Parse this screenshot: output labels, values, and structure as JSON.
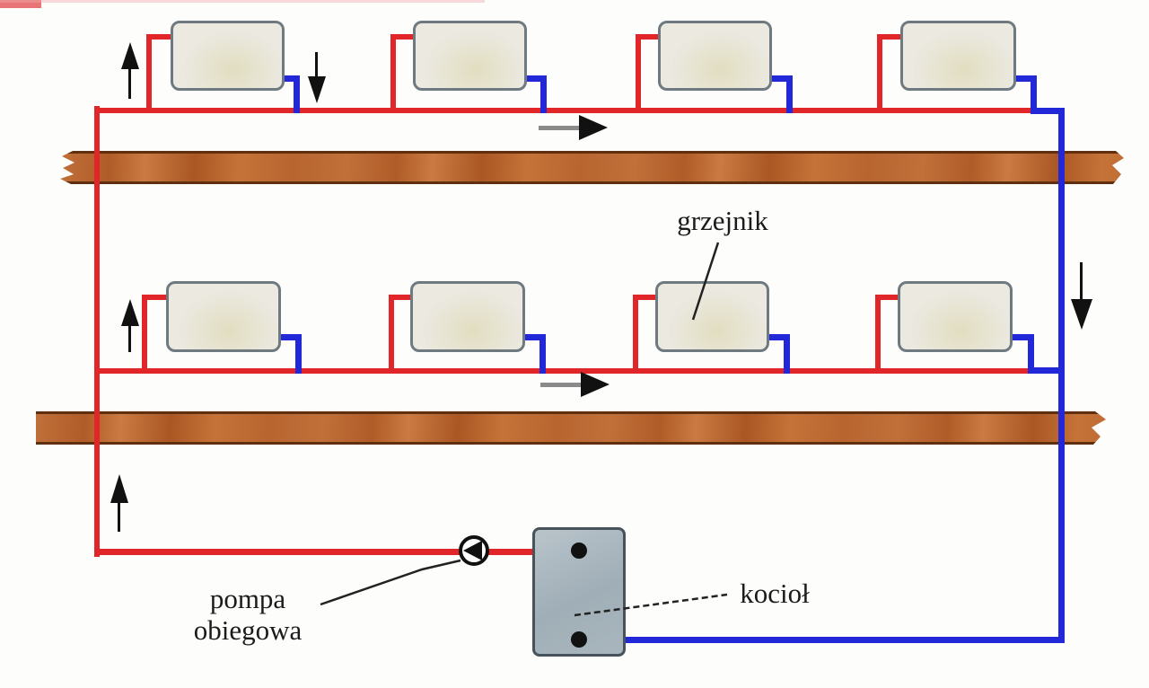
{
  "diagram": {
    "type": "heating-system-schematic",
    "labels": {
      "radiator": "grzejnik",
      "pump_line1": "pompa",
      "pump_line2": "obiegowa",
      "boiler": "kocioł"
    },
    "colors": {
      "supply_pipe": "#e02629",
      "return_pipe": "#2227d8",
      "beam_fill": "#c1703a",
      "beam_border": "#5f2f10",
      "radiator_fill": "#ebe9e0",
      "radiator_border": "#6f7a80",
      "boiler_fill": "#a6b3bb",
      "boiler_border": "#47525a",
      "arrow": "#111111",
      "flow_arrow_shaft": "#8a8a8a",
      "background": "#fdfdfc"
    },
    "elements": {
      "radiator_count": 8,
      "floor_count": 2,
      "flow_arrow_glyph": "→",
      "up_arrow_glyph": "↑",
      "down_arrow_glyph": "↓"
    }
  }
}
